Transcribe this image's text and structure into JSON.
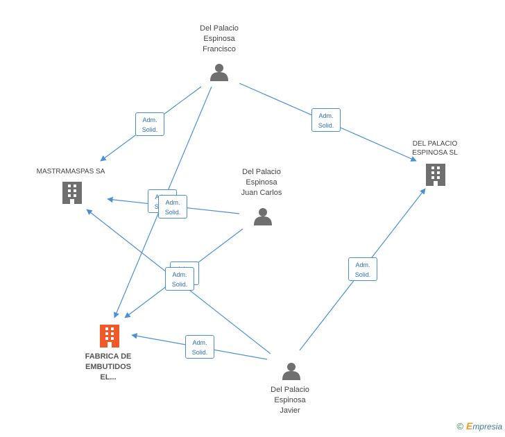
{
  "colors": {
    "edge": "#4a90d9",
    "person": "#6f6f6f",
    "company": "#6f6f6f",
    "main_company": "#f05a28"
  },
  "nodes": {
    "francisco": {
      "name": "Del Palacio\nEspinosa\nFrancisco",
      "icon": "person-icon"
    },
    "juan_carlos": {
      "name": "Del Palacio\nEspinosa\nJuan Carlos",
      "icon": "person-icon"
    },
    "javier": {
      "name": "Del Palacio\nEspinosa\nJavier",
      "icon": "person-icon"
    },
    "mastramaspas": {
      "name": "MASTRAMASPAS SA",
      "icon": "building-icon"
    },
    "del_palacio_sl": {
      "name": "DEL PALACIO\nESPINOSA SL",
      "icon": "building-icon"
    },
    "fabrica": {
      "name": "FABRICA DE\nEMBUTIDOS\nEL...",
      "icon": "building-icon"
    }
  },
  "edge_label": {
    "line1": "Adm.",
    "line2": "Solid."
  },
  "footer": {
    "copyright": "©",
    "brand_initial": "E",
    "brand_rest": "mpresia"
  }
}
